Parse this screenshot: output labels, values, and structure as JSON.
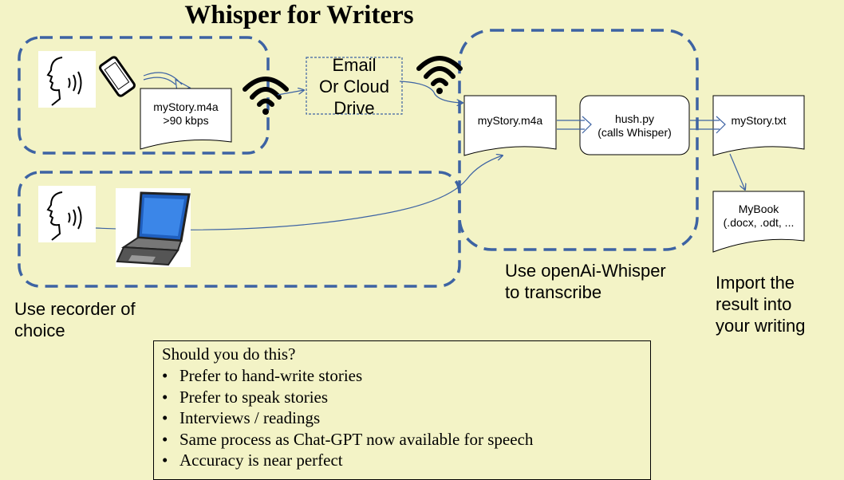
{
  "title": "Whisper for Writers",
  "icons": {
    "speaker": "speaking-head-icon",
    "phone": "smartphone-icon",
    "wifi": "wifi-icon",
    "laptop": "laptop-icon"
  },
  "recorder": {
    "file_name": "myStory.m4a",
    "bitrate": ">90 kbps",
    "caption_line1": "Use recorder of",
    "caption_line2": "choice"
  },
  "transfer": {
    "line1": "Email",
    "line2": "Or Cloud",
    "line3": "Drive"
  },
  "transcribe": {
    "input_file": "myStory.m4a",
    "script_name": "hush.py",
    "script_note": "(calls Whisper)",
    "output_file": "myStory.txt",
    "caption_line1": "Use openAi-Whisper",
    "caption_line2": "to transcribe"
  },
  "import": {
    "book_name": "MyBook",
    "book_formats": "(.docx, .odt, ...",
    "caption_line1": "Import the",
    "caption_line2": "result into",
    "caption_line3": "your writing"
  },
  "info": {
    "question": "Should you do this?",
    "bullets": [
      "Prefer to hand-write stories",
      "Prefer to speak stories",
      "Interviews / readings",
      "Same process as Chat-GPT now available for speech",
      "Accuracy is near perfect"
    ]
  },
  "colors": {
    "background": "#f3f3c6",
    "dash_border": "#3d63a3",
    "arrow": "#3d63a3"
  }
}
